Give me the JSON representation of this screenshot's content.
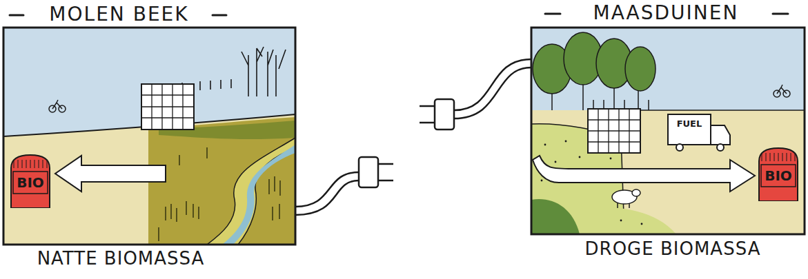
{
  "diagram": {
    "nodes": [
      {
        "text": [
          "MOLEN BEEK",
          "NATTE BIOMASSA"
        ]
      },
      {
        "text": [
          "BIO"
        ],
        "in": 0
      },
      {
        "text": [
          "MAASDUINEN",
          "DROGE BIOMASSA"
        ]
      },
      {
        "text": [
          "BIO"
        ],
        "in": 2
      }
    ],
    "labels": [
      "FUEL"
    ]
  }
}
